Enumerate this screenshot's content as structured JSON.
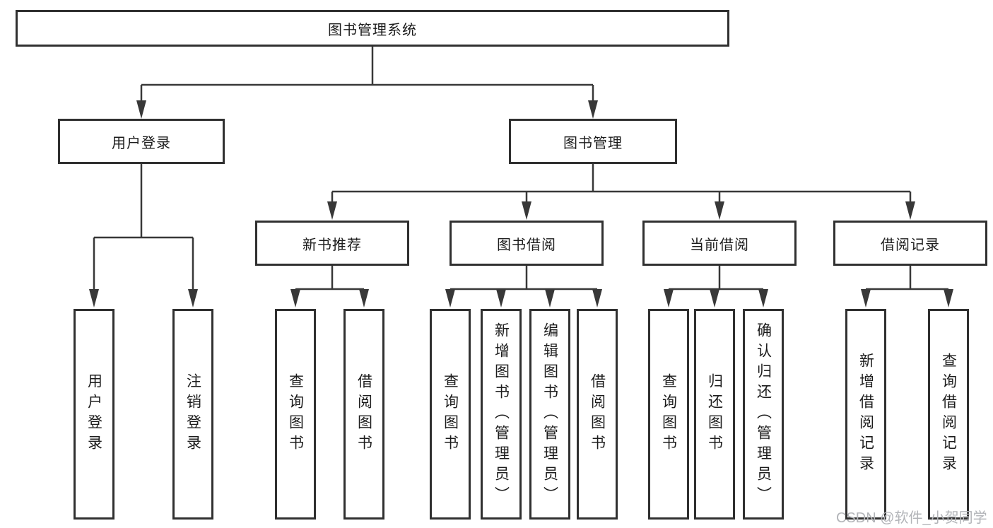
{
  "diagram": {
    "root": {
      "label": "图书管理系统"
    },
    "branches": [
      {
        "label": "用户登录",
        "children": [
          {
            "label": "用户登录"
          },
          {
            "label": "注销登录"
          }
        ]
      },
      {
        "label": "图书管理",
        "children": [
          {
            "label": "新书推荐",
            "children": [
              {
                "label": "查询图书"
              },
              {
                "label": "借阅图书"
              }
            ]
          },
          {
            "label": "图书借阅",
            "children": [
              {
                "label": "查询图书"
              },
              {
                "label": "新增图书（管理员）"
              },
              {
                "label": "编辑图书（管理员）"
              },
              {
                "label": "借阅图书"
              }
            ]
          },
          {
            "label": "当前借阅",
            "children": [
              {
                "label": "查询图书"
              },
              {
                "label": "归还图书"
              },
              {
                "label": "确认归还（管理员）"
              }
            ]
          },
          {
            "label": "借阅记录",
            "children": [
              {
                "label": "新增借阅记录"
              },
              {
                "label": "查询借阅记录"
              }
            ]
          }
        ]
      }
    ]
  },
  "watermark": {
    "text": "CSDN @软件_小贺同学",
    "color": "#b2b4b8"
  },
  "colors": {
    "line": "#383838",
    "box_border": "#303030",
    "text": "#1c1c1c",
    "background": "#ffffff",
    "watermark": "#b2b4b8"
  }
}
